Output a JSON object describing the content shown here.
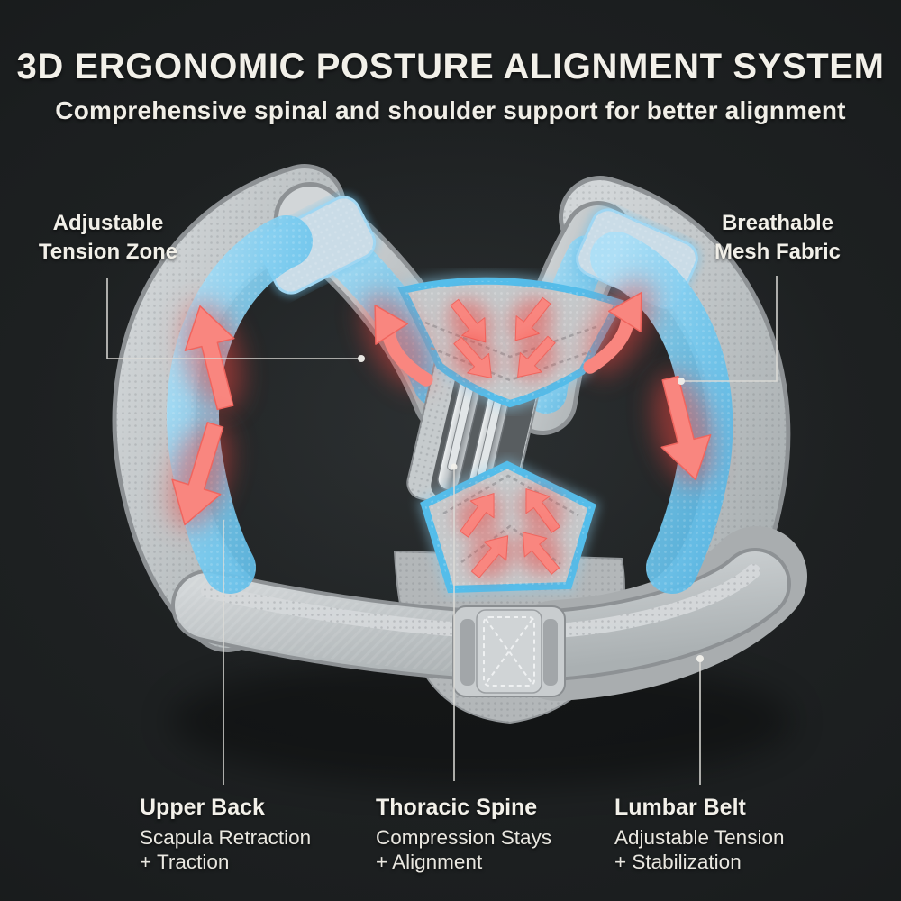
{
  "header": {
    "title": "3D ERGONOMIC POSTURE ALIGNMENT SYSTEM",
    "subtitle": "Comprehensive spinal and shoulder support for better alignment"
  },
  "callouts": {
    "tension_zone": {
      "line1": "Adjustable",
      "line2": "Tension Zone"
    },
    "mesh_fabric": {
      "line1": "Breathable",
      "line2": "Mesh Fabric"
    }
  },
  "features": [
    {
      "title": "Upper Back",
      "line1": "Scapula Retraction",
      "line2": "+ Traction"
    },
    {
      "title": "Thoracic Spine",
      "line1": "Compression Stays",
      "line2": "+ Alignment"
    },
    {
      "title": "Lumbar Belt",
      "line1": "Adjustable Tension",
      "line2": "+ Stabilization"
    }
  ],
  "colors": {
    "background": "#1c1f20",
    "text": "#f2f0e9",
    "strap_gray": "#b7bbbd",
    "mesh_blue": "#74c9ef",
    "arrow_red": "#f9867f",
    "glow_red": "#ee4540",
    "callout_line": "#dcdbd7"
  }
}
